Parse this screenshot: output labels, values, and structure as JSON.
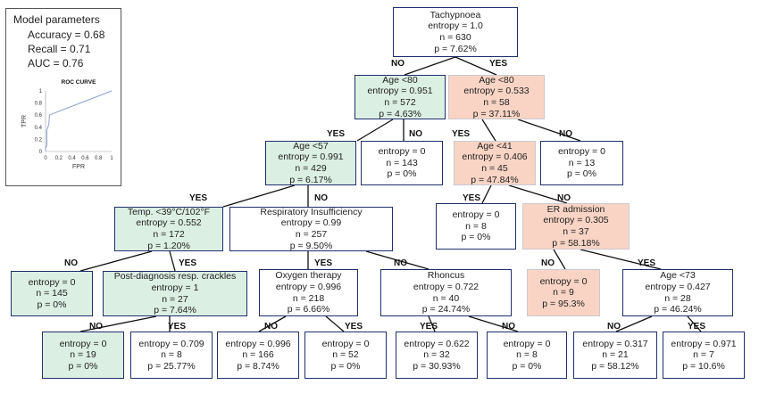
{
  "params": {
    "title": "Model parameters",
    "accuracy": "Accuracy =  0.68",
    "recall": "Recall = 0.71",
    "auc": "AUC = 0.76",
    "roc_title": "ROC CURVE",
    "ylabel": "TPR",
    "xlabel": "FPR",
    "yticks": [
      "0",
      "0.2",
      "0.4",
      "0.6",
      "0.8",
      "1"
    ],
    "xticks": [
      "0",
      "0.2",
      "0.4",
      "0.6",
      "0.8",
      "1"
    ]
  },
  "chart_data": {
    "type": "line",
    "title": "ROC CURVE",
    "xlabel": "FPR",
    "ylabel": "TPR",
    "xlim": [
      0,
      1
    ],
    "ylim": [
      0,
      1
    ],
    "x": [
      0.0,
      0.0,
      0.02,
      0.02,
      0.05,
      0.06,
      0.1,
      1.0
    ],
    "y": [
      0.0,
      0.05,
      0.1,
      0.35,
      0.45,
      0.6,
      0.62,
      1.0
    ]
  },
  "colors": {
    "border": "#1f2f6b",
    "green": "#dcefe3",
    "salmon": "#f9d4c4",
    "line": "#8fa0d0"
  },
  "nodes": [
    {
      "id": "root",
      "lines": [
        "Tachypnoea",
        "entropy = 1.0",
        "n = 630",
        "p = 7.62%"
      ]
    },
    {
      "id": "n_age80_no",
      "lines": [
        "Age <80",
        "entropy = 0.951",
        "n = 572",
        "p = 4.63%"
      ]
    },
    {
      "id": "n_age80_yes",
      "lines": [
        "Age <80",
        "entropy = 0.533",
        "n = 58",
        "p = 37.11%"
      ]
    },
    {
      "id": "n_age57",
      "lines": [
        "Age <57",
        "entropy = 0.991",
        "n = 429",
        "p = 6.17%"
      ]
    },
    {
      "id": "n_leaf_143",
      "lines": [
        "entropy = 0",
        "n = 143",
        "p = 0%"
      ]
    },
    {
      "id": "n_age41",
      "lines": [
        "Age <41",
        "entropy = 0.406",
        "n = 45",
        "p = 47.84%"
      ]
    },
    {
      "id": "n_leaf_13",
      "lines": [
        "entropy = 0",
        "n = 13",
        "p = 0%"
      ]
    },
    {
      "id": "n_temp",
      "lines": [
        "Temp. <39°C/102°F",
        "entropy = 0.552",
        "n = 172",
        "p = 1.20%"
      ]
    },
    {
      "id": "n_resp",
      "lines": [
        "Respiratory Insufficiency",
        "entropy = 0.99",
        "n = 257",
        "p = 9.50%"
      ]
    },
    {
      "id": "n_leaf_8a",
      "lines": [
        "entropy = 0",
        "n = 8",
        "p = 0%"
      ]
    },
    {
      "id": "n_er",
      "lines": [
        "ER admission",
        "entropy = 0.305",
        "n = 37",
        "p = 58.18%"
      ]
    },
    {
      "id": "n_leaf_145",
      "lines": [
        "entropy = 0",
        "n = 145",
        "p = 0%"
      ]
    },
    {
      "id": "n_crackles",
      "lines": [
        "Post-diagnosis resp. crackles",
        "entropy = 1",
        "n = 27",
        "p = 7.64%"
      ]
    },
    {
      "id": "n_oxygen",
      "lines": [
        "Oxygen therapy",
        "entropy = 0.996",
        "n = 218",
        "p = 6.66%"
      ]
    },
    {
      "id": "n_rhoncus",
      "lines": [
        "Rhoncus",
        "entropy = 0.722",
        "n = 40",
        "p = 24.74%"
      ]
    },
    {
      "id": "n_leaf_9",
      "lines": [
        "entropy = 0",
        "n = 9",
        "p = 95.3%"
      ]
    },
    {
      "id": "n_age73",
      "lines": [
        "Age <73",
        "entropy = 0.427",
        "n = 28",
        "p = 46.24%"
      ]
    },
    {
      "id": "n_leaf_19",
      "lines": [
        "entropy = 0",
        "n = 19",
        "p = 0%"
      ]
    },
    {
      "id": "n_leaf_0709",
      "lines": [
        "entropy = 0.709",
        "n = 8",
        "p = 25.77%"
      ]
    },
    {
      "id": "n_leaf_166",
      "lines": [
        "entropy = 0.996",
        "n = 166",
        "p = 8.74%"
      ]
    },
    {
      "id": "n_leaf_52",
      "lines": [
        "entropy = 0",
        "n = 52",
        "p = 0%"
      ]
    },
    {
      "id": "n_leaf_32",
      "lines": [
        "entropy = 0.622",
        "n = 32",
        "p = 30.93%"
      ]
    },
    {
      "id": "n_leaf_8b",
      "lines": [
        "entropy = 0",
        "n = 8",
        "p = 0%"
      ]
    },
    {
      "id": "n_leaf_21",
      "lines": [
        "entropy = 0.317",
        "n = 21",
        "p = 58.12%"
      ]
    },
    {
      "id": "n_leaf_7",
      "lines": [
        "entropy = 0.971",
        "n = 7",
        "p = 10.6%"
      ]
    }
  ],
  "edge_labels": [
    {
      "id": "l1",
      "text": "NO"
    },
    {
      "id": "l2",
      "text": "YES"
    },
    {
      "id": "l3",
      "text": "YES"
    },
    {
      "id": "l4",
      "text": "NO"
    },
    {
      "id": "l5",
      "text": "YES"
    },
    {
      "id": "l6",
      "text": "NO"
    },
    {
      "id": "l7",
      "text": "YES"
    },
    {
      "id": "l8",
      "text": "NO"
    },
    {
      "id": "l9",
      "text": "YES"
    },
    {
      "id": "l10",
      "text": "NO"
    },
    {
      "id": "l11",
      "text": "NO"
    },
    {
      "id": "l12",
      "text": "YES"
    },
    {
      "id": "l13",
      "text": "YES"
    },
    {
      "id": "l14",
      "text": "NO"
    },
    {
      "id": "l15",
      "text": "NO"
    },
    {
      "id": "l16",
      "text": "YES"
    },
    {
      "id": "l17",
      "text": "NO"
    },
    {
      "id": "l18",
      "text": "YES"
    },
    {
      "id": "l19",
      "text": "NO"
    },
    {
      "id": "l20",
      "text": "YES"
    },
    {
      "id": "l21",
      "text": "YES"
    },
    {
      "id": "l22",
      "text": "NO"
    }
  ]
}
